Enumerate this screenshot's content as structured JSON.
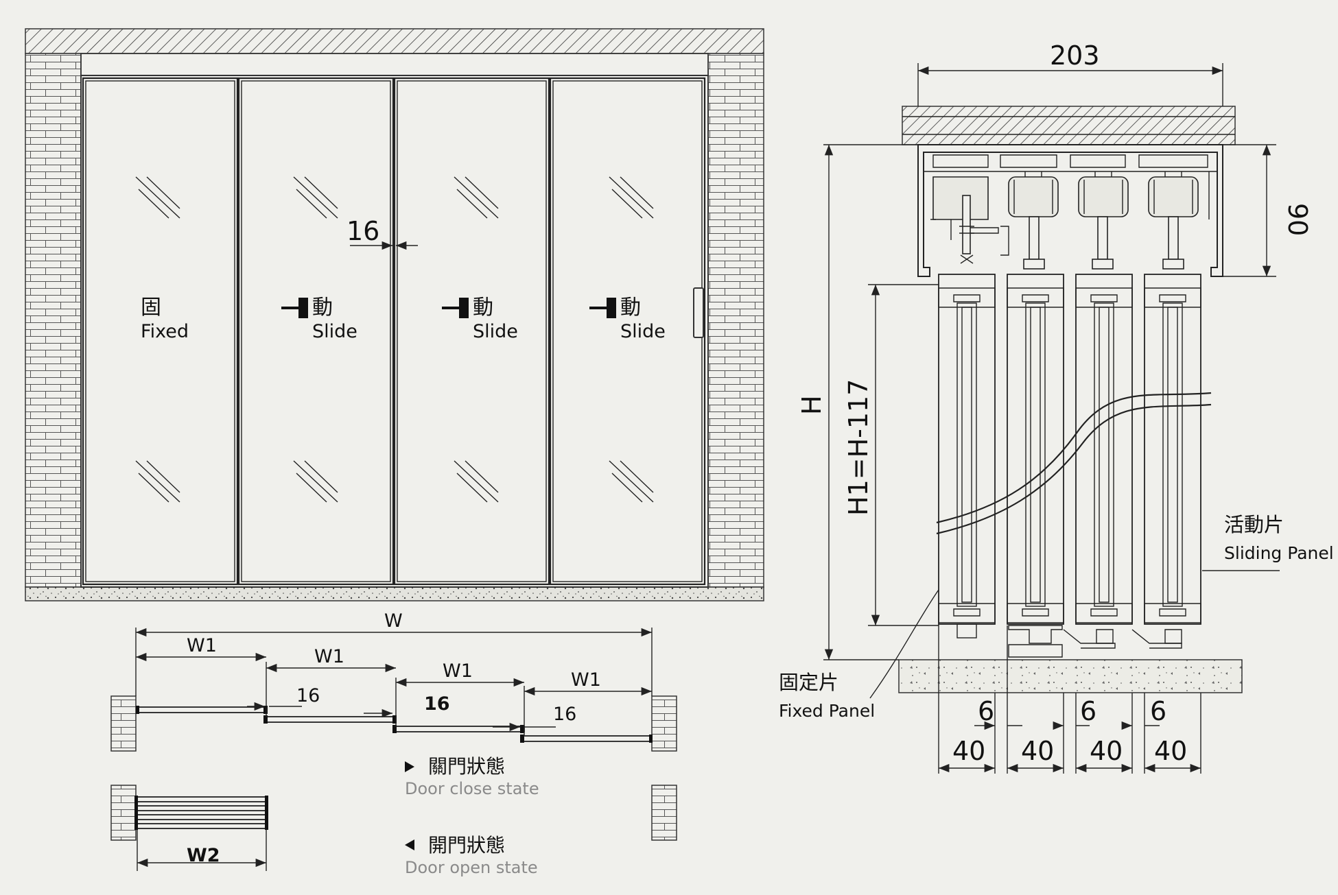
{
  "front_view": {
    "panels": [
      {
        "cn": "固",
        "en": "Fixed",
        "arrow": false
      },
      {
        "cn": "動",
        "en": "Slide",
        "arrow": true
      },
      {
        "cn": "動",
        "en": "Slide",
        "arrow": true
      },
      {
        "cn": "動",
        "en": "Slide",
        "arrow": true
      }
    ],
    "gap_dim": "16"
  },
  "plan_view": {
    "total_width": "W",
    "panel_widths": [
      "W1",
      "W1",
      "W1",
      "W1"
    ],
    "overlaps": [
      "16",
      "16",
      "16"
    ],
    "stack_width": "W2",
    "close_state": {
      "cn": "關門狀態",
      "en": "Door close state"
    },
    "open_state": {
      "cn": "開門狀態",
      "en": "Door open state"
    }
  },
  "section_view": {
    "top_width": "203",
    "header_height": "90",
    "height": "H",
    "panel_height": "H1=H-117",
    "gaps": [
      "6",
      "6",
      "6"
    ],
    "panel_depths": [
      "40",
      "40",
      "40",
      "40"
    ],
    "sliding_panel": {
      "cn": "活動片",
      "en": "Sliding Panel"
    },
    "fixed_panel": {
      "cn": "固定片",
      "en": "Fixed Panel"
    }
  }
}
